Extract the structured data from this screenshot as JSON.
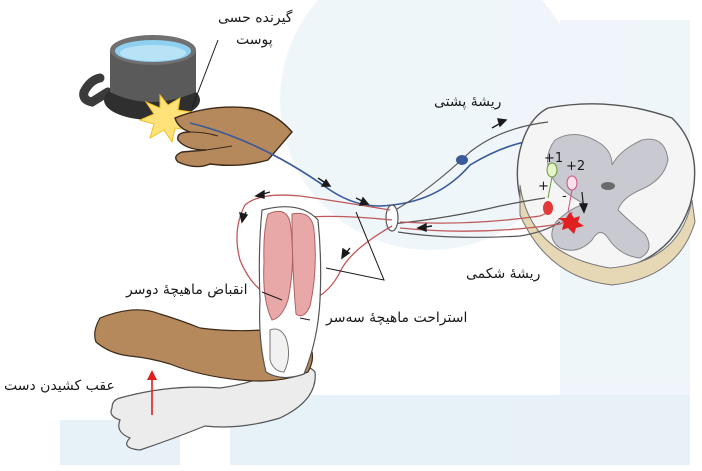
{
  "labels": {
    "receptor_line1": "گیرنده حسی",
    "receptor_line2": "پوست",
    "dorsal_root": "ریشهٔ پشتی",
    "ventral_root": "ریشهٔ شکمی",
    "biceps_contraction": "انقباض ماهیچهٔ دوسر",
    "triceps_relaxation": "استراحت ماهیچهٔ سه‌سر",
    "withdraw_hand": "عقب کشیدن دست"
  },
  "neuron_marks": {
    "n1": "+1",
    "n2": "+2",
    "plus": "+",
    "minus": "-"
  },
  "colors": {
    "sensory_nerve": "#3a5a9a",
    "motor_nerve": "#c05858",
    "skin_dark": "#b5895c",
    "skin_pale": "#ececec",
    "pot": "#4a4a4a",
    "water": "#9fd3ee",
    "muscle": "#e8a8a8",
    "gray_matter": "#c9c9d2",
    "cord_edge": "#e6d7b5",
    "watermark": "#dbeaf4",
    "withdraw_arrow": "#e02020"
  },
  "icons": [
    "hot-pot",
    "heat-burst",
    "hand",
    "spinal-cord",
    "arm",
    "reflex-arrows"
  ]
}
